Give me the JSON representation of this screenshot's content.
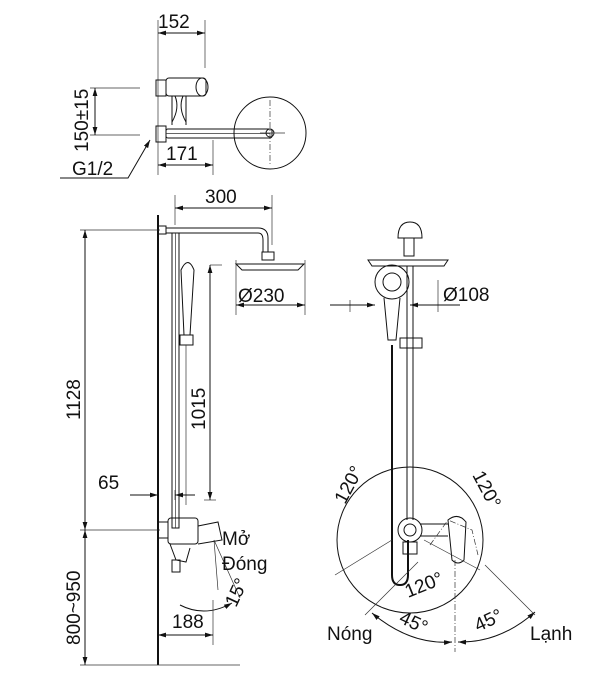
{
  "dimensions": {
    "top_width": "152",
    "inlet_spacing": "150±15",
    "arm_offset": "171",
    "thread": "G1/2",
    "arm_length": "300",
    "head_diameter": "Ø230",
    "total_height": "1128",
    "riser_height": "1015",
    "wall_offset": "65",
    "install_height": "800~950",
    "valve_depth": "188",
    "hand_diameter": "Ø108"
  },
  "labels": {
    "open": "Mở",
    "close": "Đóng",
    "lever_angle": "15°",
    "angle_left": "120°",
    "angle_right": "120°",
    "angle_bottom": "120°",
    "hot_angle": "45°",
    "cold_angle": "45°",
    "hot": "Nóng",
    "cold": "Lạnh"
  }
}
